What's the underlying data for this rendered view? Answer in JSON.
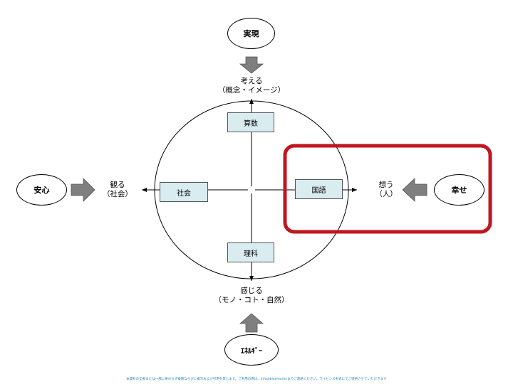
{
  "nodes": {
    "top_oval": "実現",
    "left_oval": "安心",
    "right_oval": "幸せ",
    "bottom_oval": "ｴﾈﾙｷﾞｰ"
  },
  "directions": {
    "top": {
      "line1": "考える",
      "line2": "（概念・イメージ）"
    },
    "left": {
      "line1": "観る",
      "line2": "（社会）"
    },
    "right": {
      "line1": "想う",
      "line2": "（人）"
    },
    "bottom": {
      "line1": "感じる",
      "line2": "（モノ・コト・自然）"
    }
  },
  "subjects": {
    "top": "算数",
    "left": "社会",
    "right": "国語",
    "bottom": "理科"
  },
  "colors": {
    "highlight": "#c0161f",
    "arrow": "#7f7f7f",
    "subject_fill": "#d9ecef",
    "footer": "#1a7fb0"
  },
  "footer": "本資料の全部または一部に係わらず複製ならびに複写および引用を禁じます。ご利用の際は、info@bluemartinまでご連絡ください。ライセンス形式にてご提供させていただきます"
}
